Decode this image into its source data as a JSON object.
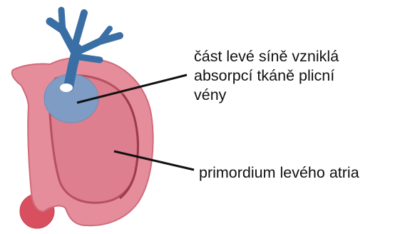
{
  "labels": {
    "pulmonary_part": {
      "lines": [
        "část levé síně vzniklá",
        "absorpcí tkáně plicní",
        "vény"
      ]
    },
    "primordium": {
      "text": "primordium levého atria"
    }
  },
  "colors": {
    "atrium_fill": "#e58d9b",
    "atrium_inner": "#d9727f",
    "atrium_edge": "#c9606e",
    "vein_blue": "#4a7db0",
    "vein_dark": "#2f5f8f",
    "absorbed_region": "#7f9cc4",
    "leader_line": "#111111",
    "background": "#ffffff"
  }
}
